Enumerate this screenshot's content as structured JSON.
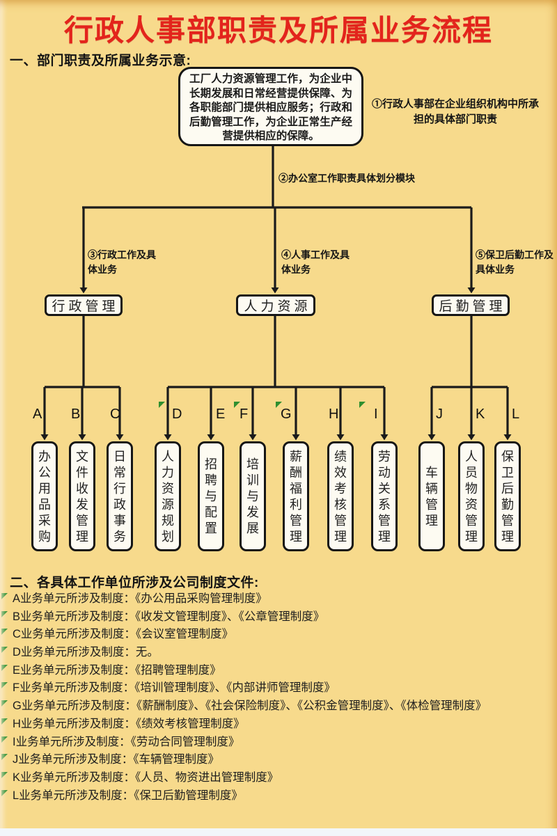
{
  "title": "行政人事部职责及所属业务流程",
  "colors": {
    "background": "#f7da8c",
    "title_red": "#e3241c",
    "line_black": "#1b1b1b",
    "box_white": "#fdfbf2",
    "marker_green": "#2f8f2f"
  },
  "section1": {
    "heading": "一、部门职责及所属业务示意:",
    "root_box_text": "工厂人力资源管理工作，为企业中长期发展和日常经营提供保障、为各职能部门提供相应服务；行政和后勤管理工作，为企业正常生产经营提供相应的保障。",
    "note1": "①行政人事部在企业组织机构中所承\n担的具体部门职责",
    "note2": "②办公室工作职责具体划分模块",
    "branches": [
      {
        "note": "③行政工作及具\n体业务",
        "parent": "行政管理",
        "children": [
          {
            "letter": "A",
            "label": "办公用品采购"
          },
          {
            "letter": "B",
            "label": "文件收发管理"
          },
          {
            "letter": "C",
            "label": "日常行政事务"
          }
        ]
      },
      {
        "note": "④人事工作及具\n体业务",
        "parent": "人力资源",
        "children": [
          {
            "letter": "D",
            "label": "人力资源规划"
          },
          {
            "letter": "E",
            "label": "招聘与配置"
          },
          {
            "letter": "F",
            "label": "培训与发展"
          },
          {
            "letter": "G",
            "label": "薪酬福利管理"
          },
          {
            "letter": "H",
            "label": "绩效考核管理"
          },
          {
            "letter": "I",
            "label": "劳动关系管理"
          }
        ]
      },
      {
        "note": "⑤保卫后勤工作及\n具体业务",
        "parent": "后勤管理",
        "children": [
          {
            "letter": "J",
            "label": "车辆管理"
          },
          {
            "letter": "K",
            "label": "人员物资管理"
          },
          {
            "letter": "L",
            "label": "保卫后勤管理"
          }
        ]
      }
    ]
  },
  "section2": {
    "heading": "二、各具体工作单位所涉及公司制度文件:",
    "items": [
      {
        "unit": "A",
        "text": "A业务单元所涉及制度：《办公用品采购管理制度》"
      },
      {
        "unit": "B",
        "text": "B业务单元所涉及制度：《收发文管理制度》、《公章管理制度》"
      },
      {
        "unit": "C",
        "text": "C业务单元所涉及制度：《会议室管理制度》"
      },
      {
        "unit": "D",
        "text": "D业务单元所涉及制度：无。"
      },
      {
        "unit": "E",
        "text": "E业务单元所涉及制度：《招聘管理制度》"
      },
      {
        "unit": "F",
        "text": "F业务单元所涉及制度：《培训管理制度》、《内部讲师管理制度》"
      },
      {
        "unit": "G",
        "text": "G业务单元所涉及制度：《薪酬制度》、《社会保险制度》、《公积金管理制度》、《体检管理制度》"
      },
      {
        "unit": "H",
        "text": "H业务单元所涉及制度：《绩效考核管理制度》"
      },
      {
        "unit": "I",
        "text": "I业务单元所涉及制度：《劳动合同管理制度》"
      },
      {
        "unit": "J",
        "text": "J业务单元所涉及制度：《车辆管理制度》"
      },
      {
        "unit": "K",
        "text": "K业务单元所涉及制度：《人员、物资进出管理制度》"
      },
      {
        "unit": "L",
        "text": "L业务单元所涉及制度：《保卫后勤管理制度》"
      }
    ]
  }
}
